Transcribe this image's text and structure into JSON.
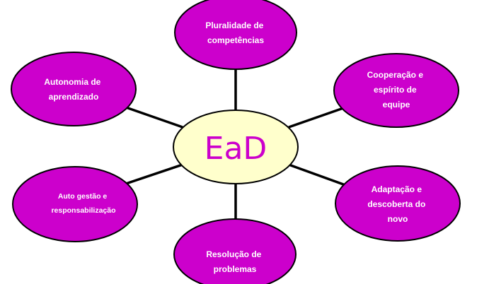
{
  "colors": {
    "node_fill": "#CC00CC",
    "node_stroke": "#000000",
    "center_fill": "#FFFFCC",
    "center_text": "#CC00CC",
    "node_text": "#FFFFFF",
    "connector": "#000000"
  },
  "center": {
    "label": "EaD"
  },
  "nodes": {
    "top": {
      "lines": [
        "Pluralidade de",
        "competências"
      ]
    },
    "top_left": {
      "lines": [
        "Autonomia de",
        "aprendizado"
      ]
    },
    "top_right": {
      "lines": [
        "Cooperação e",
        "espírito de",
        "equipe"
      ]
    },
    "bottom_left": {
      "lines": [
        "Auto gestão e",
        "responsabilização"
      ]
    },
    "bottom_right": {
      "lines": [
        "Adaptação e",
        "descoberta do",
        "novo"
      ]
    },
    "bottom": {
      "lines": [
        "Resolução de",
        "problemas"
      ]
    }
  }
}
